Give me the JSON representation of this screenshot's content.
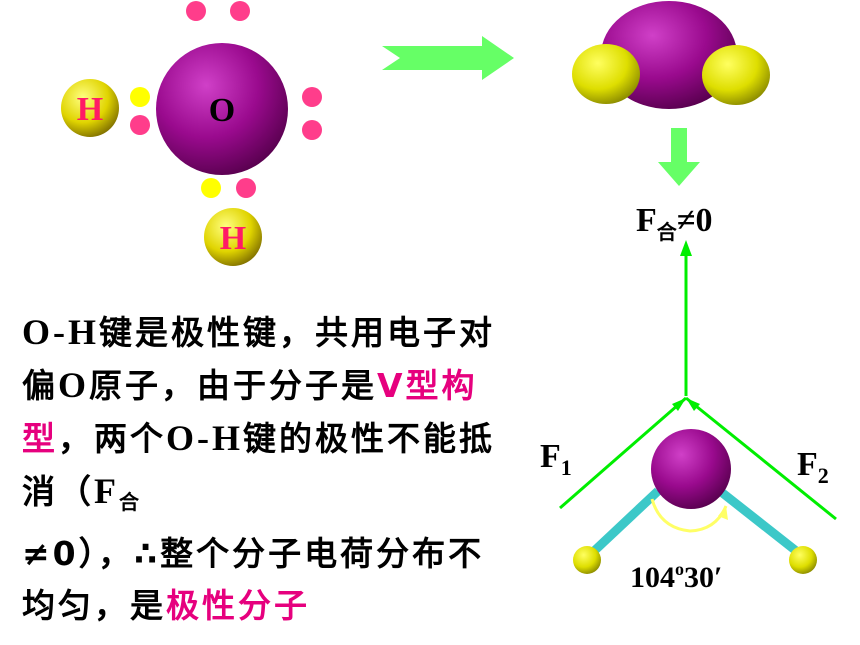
{
  "colors": {
    "oxygen": "#9a0a8e",
    "hydrogen": "#e0d400",
    "electron_pink": "#ff3d8b",
    "electron_yellow": "#ffff00",
    "arrow_green": "#66ff66",
    "force_line": "#00ee00",
    "bond_stick": "#3cc8c8",
    "angle_arc": "#ffff66",
    "highlight": "#e6007e"
  },
  "lewis": {
    "oxygen_symbol": "O",
    "hydrogen_symbol": "H"
  },
  "forces": {
    "resultant_F": "F",
    "resultant_sub": "合",
    "resultant_rel": "≠0",
    "f1_F": "F",
    "f1_sub": "1",
    "f2_F": "F",
    "f2_sub": "2"
  },
  "angle": {
    "value": "104",
    "degree": "o",
    "minutes": "30",
    "prime": "′"
  },
  "explanation": {
    "l1": "O-H",
    "l2": "键是极性键，共用电子对偏",
    "l3": "O",
    "l4": "原子，由于分子是",
    "l5_hl": "V型构型",
    "l6": "，两个",
    "l7": "O-H",
    "l8": "键的极性不能抵消（",
    "l9_F": "F",
    "l9_sub": "合",
    "l10": "≠0",
    "l11": "），∴整个分子电荷分布不均匀，是",
    "l12_hl": "极性分子"
  }
}
